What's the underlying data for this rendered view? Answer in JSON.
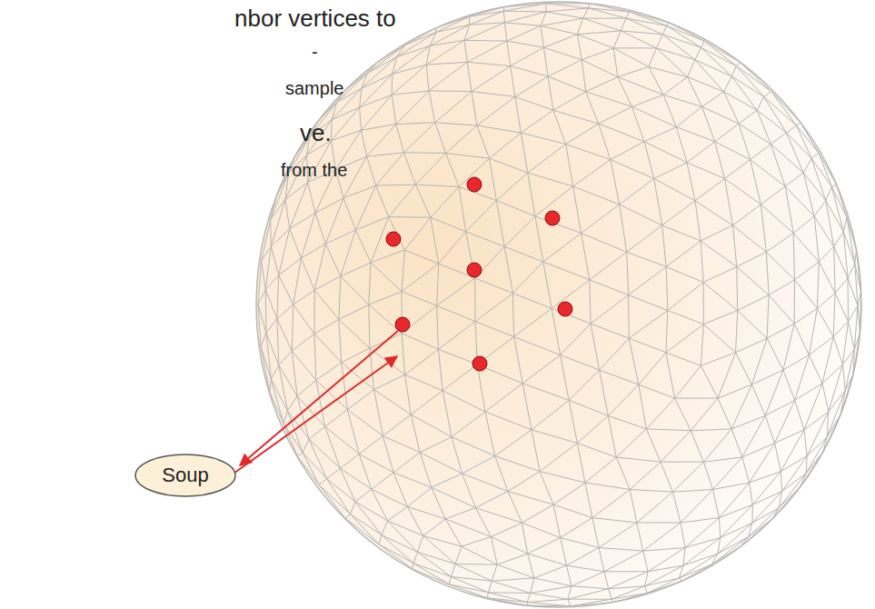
{
  "diagram": {
    "nodes": [
      {
        "text": [
          "Soup"
        ]
      }
    ],
    "labels": [
      "nbor vertices to",
      "-",
      "sample",
      "ve.",
      "from the"
    ]
  }
}
